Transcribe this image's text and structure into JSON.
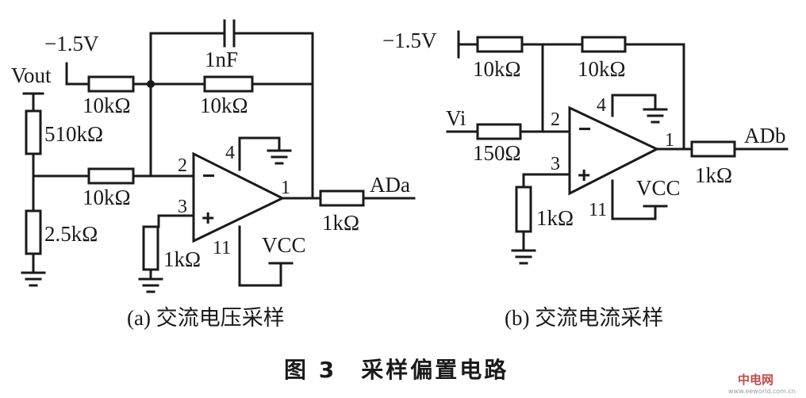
{
  "circuit_a": {
    "labels": {
      "neg_supply": "−1.5V",
      "vout": "Vout",
      "r_top": "510kΩ",
      "r_bottom": "2.5kΩ",
      "r_in1": "10kΩ",
      "r_in2": "10kΩ",
      "r_feedback": "10kΩ",
      "cap": "1nF",
      "r_out": "1kΩ",
      "r_ground": "1kΩ",
      "output": "ADa",
      "vcc": "VCC"
    },
    "pins": {
      "p2": "2",
      "p3": "3",
      "p4": "4",
      "p1": "1",
      "p11": "11"
    },
    "signs": {
      "minus": "−",
      "plus": "+"
    },
    "caption": "(a) 交流电压采样"
  },
  "circuit_b": {
    "labels": {
      "neg_supply": "−1.5V",
      "r_left": "10kΩ",
      "r_right": "10kΩ",
      "vi": "Vi",
      "r_in": "150Ω",
      "r_ground": "1kΩ",
      "r_out": "1kΩ",
      "output": "ADb",
      "vcc": "VCC"
    },
    "pins": {
      "p2": "2",
      "p3": "3",
      "p4": "4",
      "p1": "1",
      "p11": "11"
    },
    "signs": {
      "minus": "−",
      "plus": "+"
    },
    "caption": "(b) 交流电流采样"
  },
  "figure_title": "图 3　采样偏置电路",
  "watermark": {
    "logo": "中电网",
    "url": "www.eeworld.com.cn"
  }
}
